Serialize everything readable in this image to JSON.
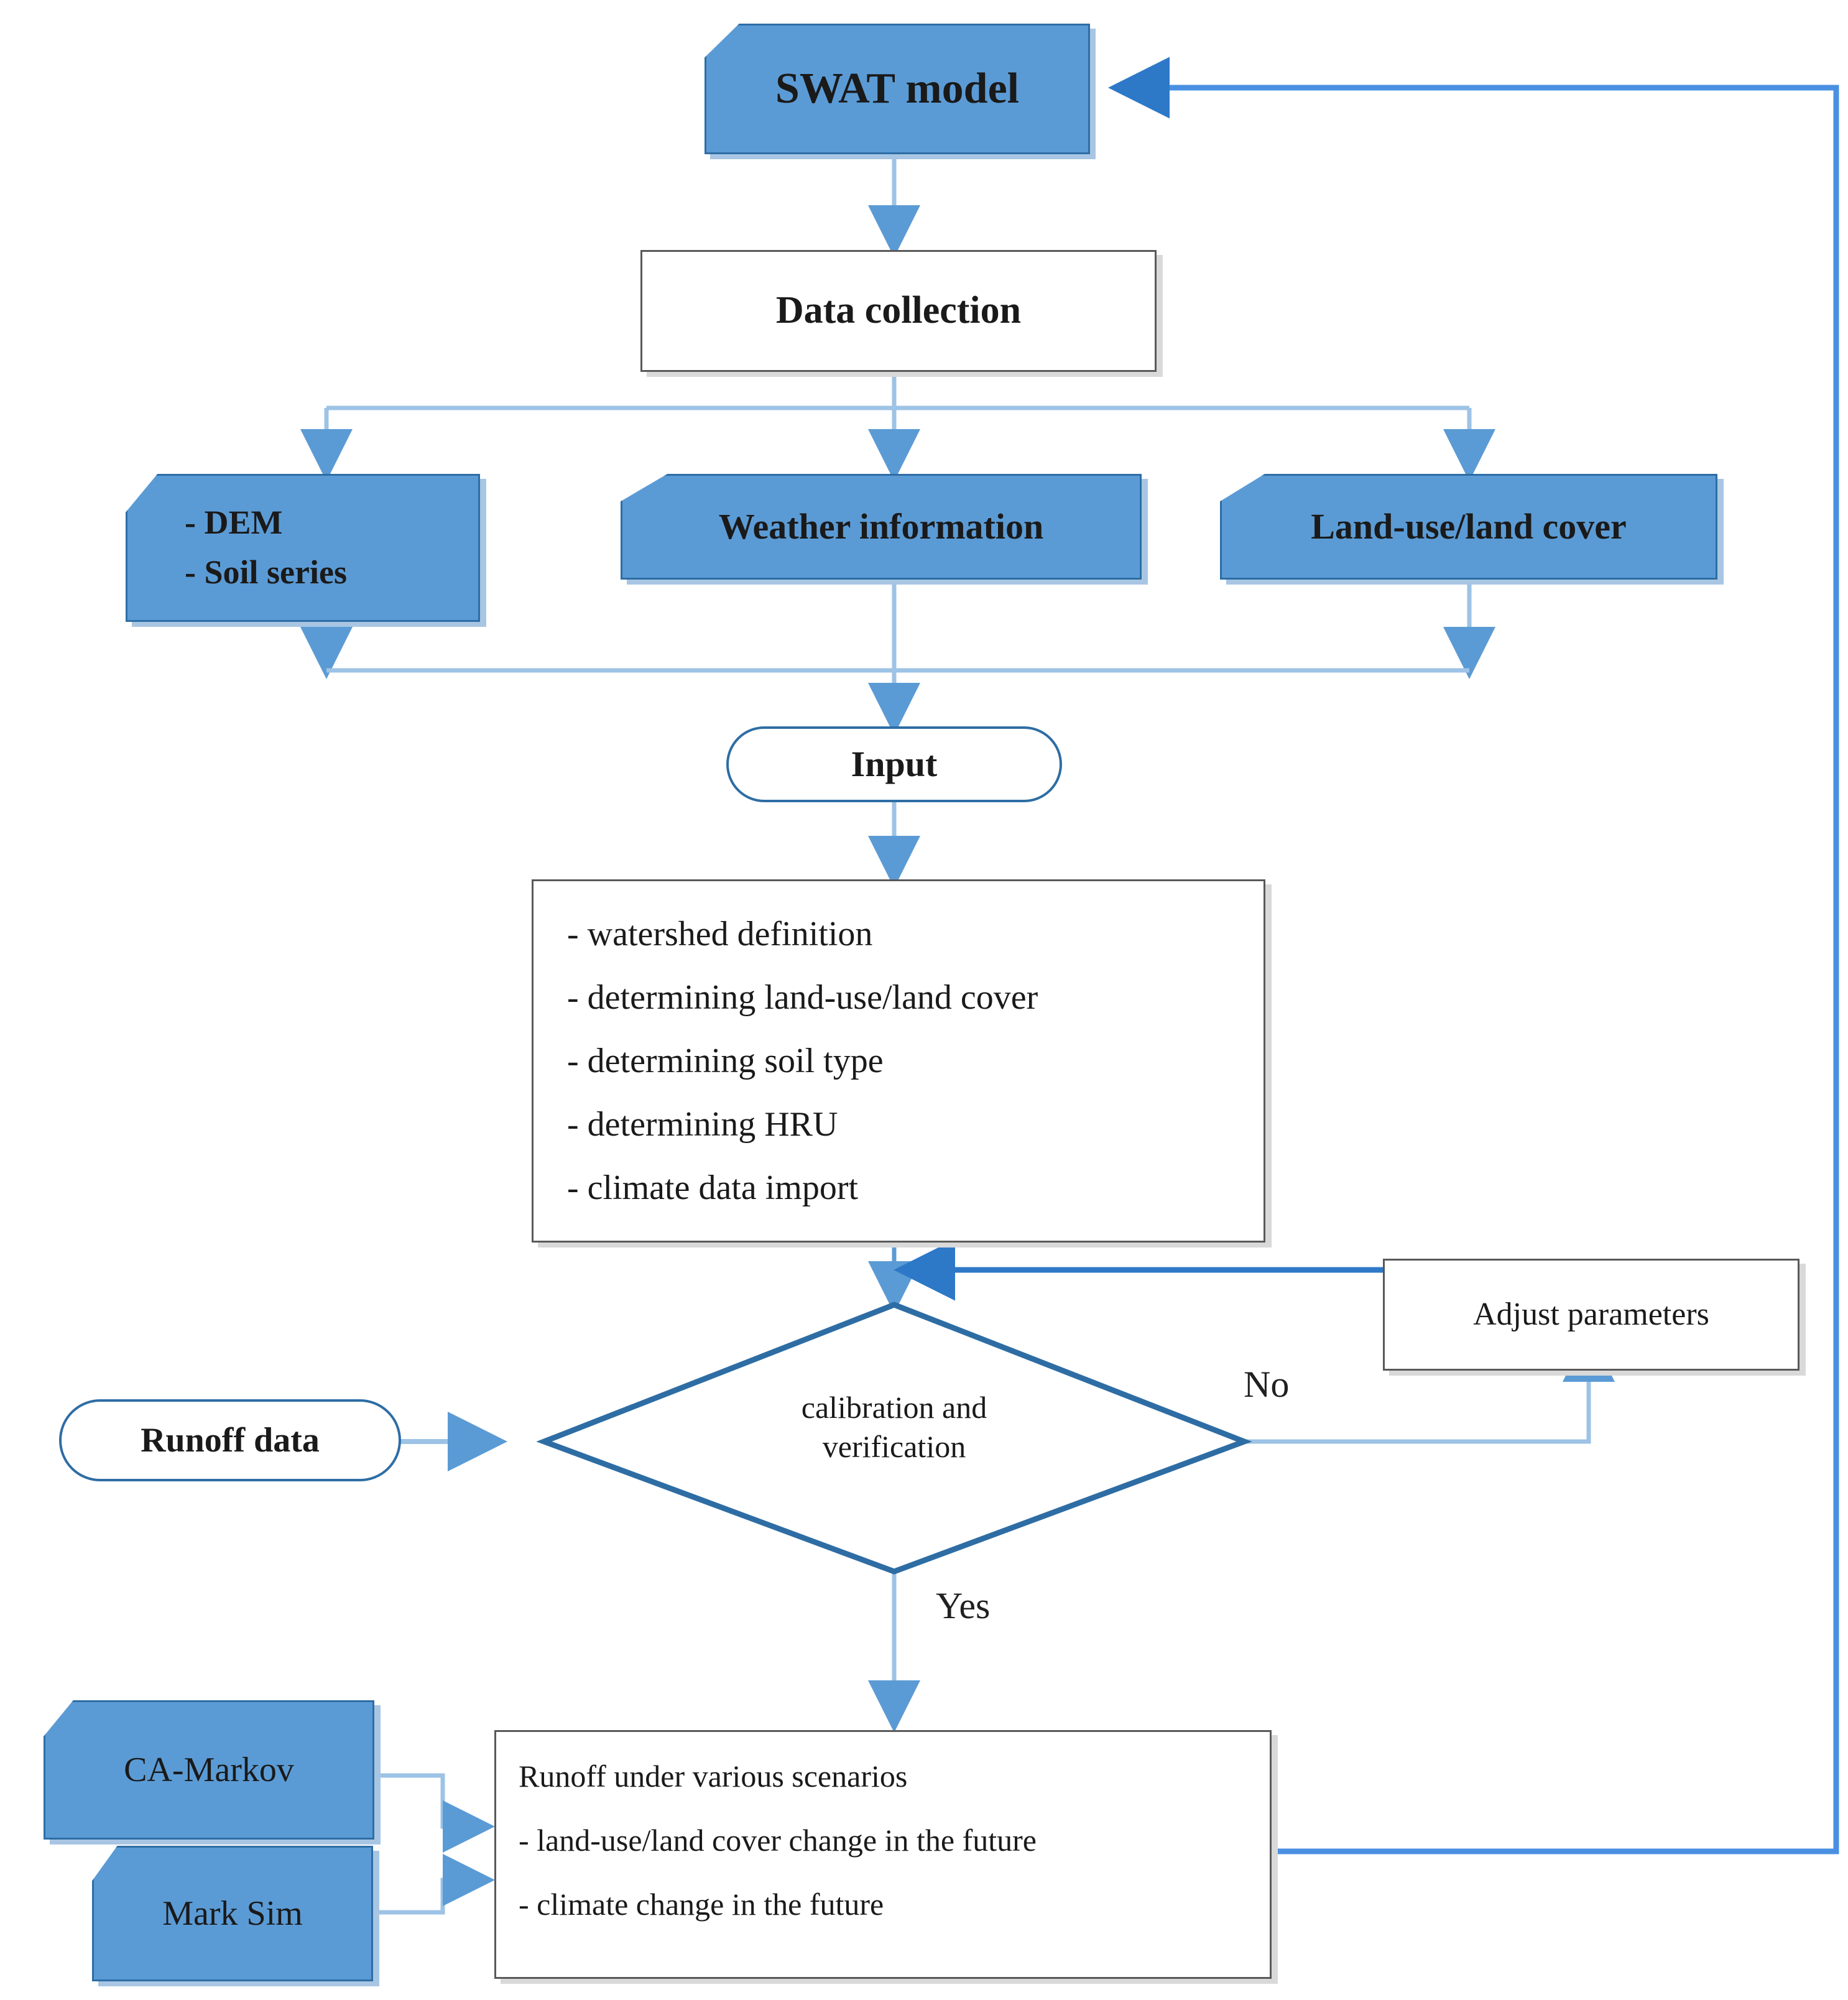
{
  "diagram": {
    "title": "SWAT model hydrological simulation workflow",
    "colors": {
      "node_blue_fill": "#5b9bd5",
      "node_blue_border": "#2e6da4",
      "node_white_fill": "#ffffff",
      "node_gray_border": "#595959",
      "connector_light": "#9dc3e6",
      "connector_strong": "#4a90e2",
      "diamond_border": "#2e6da4",
      "text": "#1a1a1a"
    }
  },
  "nodes": {
    "swat_model": {
      "label": "SWAT model",
      "shape": "banner"
    },
    "data_collection": {
      "label": "Data collection",
      "shape": "rectangle"
    },
    "dem_soil": {
      "shape": "banner",
      "lines": [
        "- DEM",
        "- Soil series"
      ]
    },
    "weather": {
      "label": "Weather information",
      "shape": "banner"
    },
    "landuse": {
      "label": "Land-use/land  cover",
      "shape": "banner"
    },
    "input": {
      "label": "Input",
      "shape": "stadium"
    },
    "process_steps": {
      "shape": "rectangle",
      "lines": [
        "- watershed definition",
        "- determining land-use/land cover",
        "- determining soil type",
        "- determining HRU",
        "- climate data import"
      ]
    },
    "decision": {
      "shape": "diamond",
      "lines": [
        "calibration and",
        "verification"
      ]
    },
    "runoff_data": {
      "label": "Runoff data",
      "shape": "stadium"
    },
    "adjust_parameters": {
      "label": "Adjust parameters",
      "shape": "rectangle"
    },
    "ca_markov": {
      "label": "CA-Markov",
      "shape": "banner"
    },
    "mark_sim": {
      "label": "Mark Sim",
      "shape": "banner"
    },
    "scenarios": {
      "shape": "rectangle",
      "lines": [
        "Runoff under various scenarios",
        "- land-use/land cover change in the future",
        "- climate change in the future"
      ]
    }
  },
  "edge_labels": {
    "no": "No",
    "yes": "Yes"
  }
}
